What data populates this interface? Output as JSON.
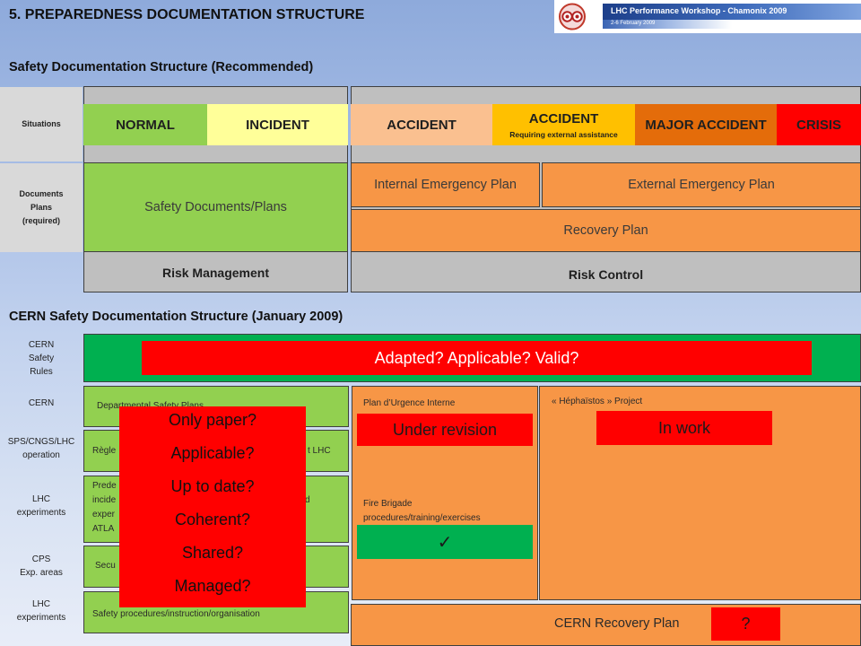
{
  "header": {
    "title": "5. PREPAREDNESS DOCUMENTATION STRUCTURE",
    "banner": {
      "title": "LHC Performance Workshop - Chamonix 2009",
      "date": "2-6 February 2009"
    }
  },
  "recommended": {
    "heading": "Safety Documentation Structure (Recommended)",
    "row_labels": {
      "situations": "Situations",
      "documents": [
        "Documents",
        "Plans",
        "(required)"
      ]
    },
    "situations": [
      {
        "label": "NORMAL",
        "color": "#92d050"
      },
      {
        "label": "INCIDENT",
        "color": "#ffff99"
      },
      {
        "label": "ACCIDENT",
        "color": "#fac090"
      },
      {
        "label": "ACCIDENT",
        "sublabel": "Requiring external assistance",
        "color": "#ffc000"
      },
      {
        "label": "MAJOR ACCIDENT",
        "color": "#e46c0a"
      },
      {
        "label": "CRISIS",
        "color": "#ff0000"
      }
    ],
    "documents": {
      "safety_plans": "Safety Documents/Plans",
      "internal_emergency_plan": "Internal Emergency Plan",
      "external_emergency_plan": "External Emergency Plan",
      "recovery_plan": "Recovery Plan"
    },
    "footer": {
      "left": "Risk Management",
      "right": "Risk Control"
    }
  },
  "cern": {
    "heading": "CERN Safety Documentation Structure (January 2009)",
    "row_labels": [
      {
        "lines": [
          "CERN",
          "Safety",
          "Rules"
        ]
      },
      {
        "lines": [
          "CERN"
        ]
      },
      {
        "lines": [
          "SPS/CNGS/LHC",
          "operation"
        ]
      },
      {
        "lines": [
          "LHC",
          "experiments"
        ]
      },
      {
        "lines": [
          "CPS",
          "Exp. areas"
        ]
      },
      {
        "lines": [
          "LHC",
          "experiments"
        ]
      }
    ],
    "safety_rules_comment": "Adapted? Applicable? Valid?",
    "local_documents": {
      "departmental": "Departmental Safety Plans",
      "operation_left": "Règle",
      "operation_right": "t LHC",
      "experiments_left": [
        "Prede",
        "incide",
        "exper",
        "ATLA"
      ],
      "experiments_right": "d",
      "cps": "Secu",
      "lhc_experiments": "Safety procedures/instruction/organisation"
    },
    "questions": [
      "Only paper?",
      "Applicable?",
      "Up to date?",
      "Coherent?",
      "Shared?",
      "Managed?"
    ],
    "internal_plan": {
      "label": "Plan d’Urgence Interne",
      "status": "Under revision"
    },
    "fire_brigade": {
      "lines": [
        "Fire Brigade",
        "procedures/training/exercises"
      ],
      "status_icon": "check-icon"
    },
    "hephaistos": {
      "label": "« Héphaïstos » Project",
      "status": "In work"
    },
    "recovery": {
      "label": "CERN Recovery Plan",
      "status": "?"
    }
  },
  "colors": {
    "label_gray": "#d9d9d9",
    "panel_gray": "#bfbfbf",
    "green_light": "#92d050",
    "green_dark": "#00b050",
    "orange": "#f79646",
    "red": "#ff0000"
  }
}
